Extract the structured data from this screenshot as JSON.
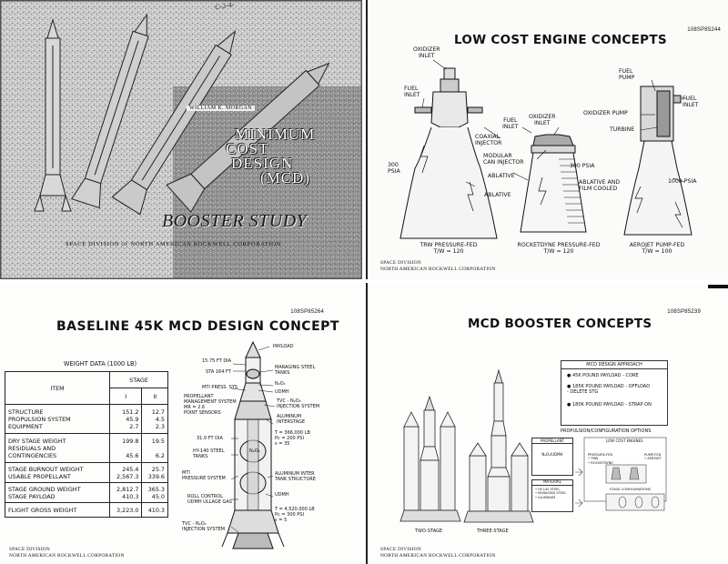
{
  "cover": {
    "handwritten": "C-2-4-",
    "author": "WILLIAM K. MORGAN",
    "title_lines": [
      "MINIMUM",
      "COST",
      "DESIGN",
      "(MCD)"
    ],
    "subtitle": "BOOSTER STUDY",
    "org_left": "SPACE DIVISION",
    "org_of": "OF",
    "org_right": "NORTH AMERICAN ROCKWELL CORPORATION"
  },
  "engines": {
    "doc_number": "108SP85244",
    "title": "LOW COST ENGINE CONCEPTS",
    "labels": {
      "oxidizer_inlet_1": "OXIDIZER\nINLET",
      "fuel_inlet_1": "FUEL\nINLET",
      "fuel_inlet_2": "FUEL\nINLET",
      "oxidizer_inlet_2": "OXIDIZER\nINLET",
      "coaxial_injector": "COAXIAL\nINJECTOR",
      "modular_can_injector": "MODULAR\nCAN INJECTOR",
      "ablative_1": "ABLATIVE",
      "ablative_2": "ABLATIVE",
      "psia_300_left": "300\nPSIA",
      "psia_300_mid": "300 PSIA",
      "fuel_pump": "FUEL\nPUMP",
      "fuel_inlet_3": "FUEL\nINLET",
      "oxidizer_pump": "OXIDIZER PUMP",
      "turbine": "TURBINE",
      "ablative_film": "ABLATIVE AND\nFILM COOLED",
      "psia_1000": "1000 PSIA"
    },
    "captions": [
      {
        "name": "TRW PRESSURE-FED",
        "tw": "T/W = 120"
      },
      {
        "name": "ROCKETDYNE PRESSURE-FED",
        "tw": "T/W = 120"
      },
      {
        "name": "AEROJET PUMP-FED",
        "tw": "T/W = 100"
      }
    ],
    "footer": "SPACE DIVISION\nNORTH AMERICAN ROCKWELL CORPORATION"
  },
  "baseline": {
    "doc_number": "108SP85264",
    "title": "BASELINE 45K MCD DESIGN CONCEPT",
    "table_title": "WEIGHT DATA (1000 LB)",
    "headers": {
      "item": "ITEM",
      "stage": "STAGE",
      "col1": "I",
      "col2": "II"
    },
    "rows": [
      {
        "item": "STRUCTURE\nPROPULSION SYSTEM\nEQUIPMENT",
        "s1": "151.2\n45.9\n2.7",
        "s2": "12.7\n4.5\n2.3"
      },
      {
        "item": "DRY STAGE WEIGHT\nRESIDUALS AND\nCONTINGENCIES",
        "s1": "199.8\n\n45.6",
        "s2": "19.5\n\n6.2"
      },
      {
        "item": "STAGE BURNOUT WEIGHT\nUSABLE PROPELLANT",
        "s1": "245.4\n2,567.3",
        "s2": "25.7\n339.6"
      },
      {
        "item": "STAGE GROUND WEIGHT\nSTAGE PAYLOAD",
        "s1": "2,812.7\n410.3",
        "s2": "365.3\n45.0"
      },
      {
        "item": "FLIGHT GROSS WEIGHT",
        "s1": "3,223.0",
        "s2": "410.3"
      }
    ],
    "labels": {
      "payload": "PAYLOAD",
      "dia_1575": "15.75 FT DIA",
      "sta_164": "STA 164 FT",
      "maraging": "MARAGING STEEL\nTANKS",
      "n2o4_1": "N₂O₄",
      "udmh_1": "UDMH",
      "mti_press": "MTI PRESS. SYS",
      "tvc_1": "TVC - N₂O₄\nINJECTION SYSTEM",
      "prop_mgmt": "PROPELLANT\nMANAGEMENT SYSTEM\nMR = 2.6\nPOINT SENSORS",
      "aluminum_interstage": "ALUMINUM\nINTERSTAGE",
      "stage2_perf": "T = 366,000 LB\nPc = 200 PSI\nε = 35",
      "dia_310": "31.0 FT DIA",
      "hy140": "HY-140 STEEL\nTANKS",
      "n2o4_2": "N₂O₄",
      "mti_pressure": "MTI\nPRESSURE SYSTEM",
      "aluminum_inter": "ALUMINUM INTER\nTANK STRUCTURE",
      "roll_control": "ROLL CONTROL\nUDMH ULLAGE GAS",
      "udmh_2": "UDMH",
      "stage1_perf": "T = 4,520,000 LB\nPc = 300 PSI\nε = 5",
      "tvc_2": "TVC - N₂O₄\nINJECTION SYSTEM"
    },
    "footer": "SPACE DIVISION\nNORTH AMERICAN ROCKWELL CORPORATION"
  },
  "booster": {
    "doc_number": "108SP85239",
    "title": "MCD BOOSTER CONCEPTS",
    "approach_title": "MCD DESIGN APPROACH",
    "approach_items": [
      "45K POUND PAYLOAD - CORE",
      "185K POUND PAYLOAD - OFFLOAD\n      - DELETE STG",
      "180K POUND PAYLOAD - STRAP ON"
    ],
    "options_title": "PROPULSION/CONFIGURATION OPTIONS",
    "propellant_label": "PROPELLANT",
    "propellant_value": "N₂O₄/UDMH",
    "low_cost_label": "LOW COST ENGINES",
    "pressure_fed": "PRESSURE-FED\n• TRW\n• ROCKETDYNE",
    "pump_fed": "PUMP-FED\n• AEROJET",
    "material_label": "MATERIAL",
    "material_items": "• HY-140 STEEL\n• MARAGING STEEL\n• ALUMINUM",
    "stage_config_label": "STAGE CONFIGURATIONS",
    "captions": [
      "TWO-STAGE",
      "THREE-STAGE"
    ],
    "footer": "SPACE DIVISION\nNORTH AMERICAN ROCKWELL CORPORATION"
  }
}
